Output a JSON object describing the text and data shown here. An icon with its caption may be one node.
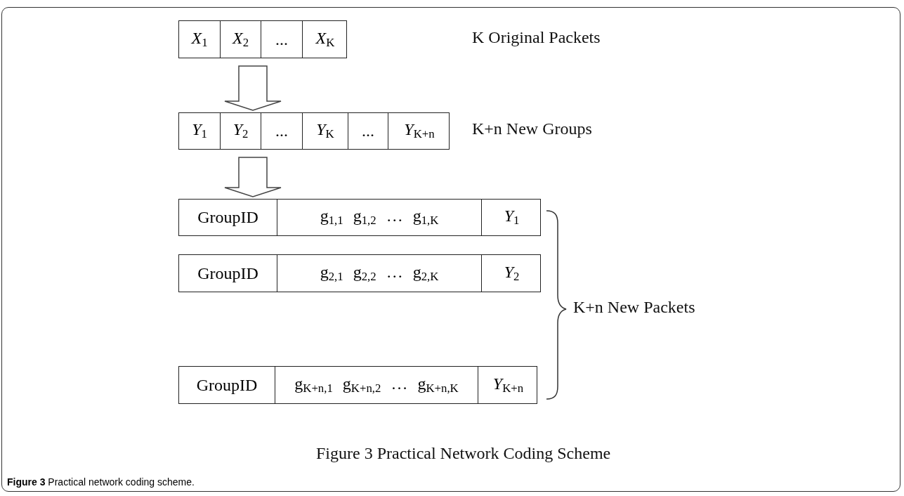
{
  "diagram": {
    "caption": "**Figure 3** Practical network coding scheme.",
    "nodes": [
      {
        "text": [],
        "shape": "box"
      },
      {
        "text": [
          "*X*$_{1}$"
        ],
        "in": 0
      },
      {
        "text": [
          "*X*$_{2}$"
        ],
        "in": 0
      },
      {
        "text": [
          "..."
        ],
        "in": 0
      },
      {
        "text": [
          "*X*$_{K}$"
        ],
        "in": 0
      },
      {
        "text": [],
        "shape": "box"
      },
      {
        "text": [
          "*Y*$_{1}$"
        ],
        "in": 5
      },
      {
        "text": [
          "*Y*$_{2}$"
        ],
        "in": 5
      },
      {
        "text": [
          "..."
        ],
        "in": 5
      },
      {
        "text": [
          "*Y*$_{K}$"
        ],
        "in": 5
      },
      {
        "text": [
          "..."
        ],
        "in": 5
      },
      {
        "text": [
          "*Y*$_{K+n}$"
        ],
        "in": 5
      },
      {
        "text": [],
        "shape": "box"
      },
      {
        "text": [
          "GroupID"
        ],
        "in": 12
      },
      {
        "text": [
          "g$_{1,1}$ g$_{1,2}$ … g$_{1,K}$"
        ],
        "in": 12
      },
      {
        "text": [
          "*Y*$_{1}$"
        ],
        "in": 12
      },
      {
        "text": [],
        "shape": "box"
      },
      {
        "text": [
          "GroupID"
        ],
        "in": 16
      },
      {
        "text": [
          "g$_{2,1}$ g$_{2,2}$ … g$_{2,K}$"
        ],
        "in": 16
      },
      {
        "text": [
          "*Y*$_{2}$"
        ],
        "in": 16
      },
      {
        "text": [],
        "shape": "box"
      },
      {
        "text": [
          "GroupID"
        ],
        "in": 20
      },
      {
        "text": [
          "g$_{K+n,1}$ g$_{K+n,2}$ … g$_{K+n,K}$"
        ],
        "in": 20
      },
      {
        "text": [
          "*Y*$_{K+n}$"
        ],
        "in": 20
      }
    ],
    "edges": [
      {
        "from": 0,
        "to": 5,
        "arrow": "to"
      },
      {
        "from": 5,
        "to": 12,
        "arrow": "to"
      }
    ],
    "labels": [
      "K Original Packets",
      "K+n New Groups",
      "K+n New Packets",
      "Figure 3 Practical Network Coding Scheme"
    ]
  }
}
